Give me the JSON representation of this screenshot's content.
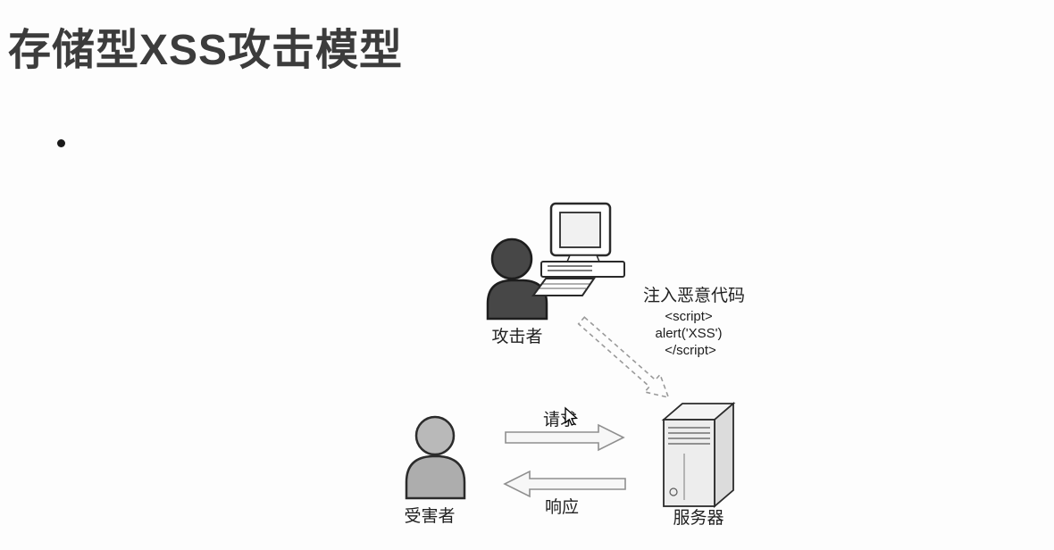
{
  "slide": {
    "title": "存储型XSS攻击模型"
  },
  "diagram": {
    "attacker": {
      "label": "攻击者"
    },
    "victim": {
      "label": "受害者"
    },
    "server": {
      "label": "服务器"
    },
    "inject": {
      "label": "注入恶意代码",
      "code_lines": [
        "<script>",
        "alert('XSS')",
        "</script>"
      ]
    },
    "request": {
      "label": "请求"
    },
    "response": {
      "label": "响应"
    }
  },
  "colors": {
    "title_text": "#3c3c3c",
    "attacker_fill": "#474747",
    "victim_fill": "#b3b3b3",
    "arrow_outline": "#8f8f8f",
    "line_ink": "#2a2a2a"
  }
}
